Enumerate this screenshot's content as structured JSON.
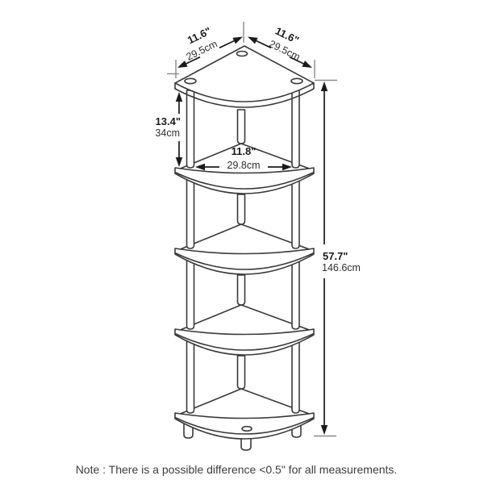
{
  "diagram": {
    "type": "product-dimension-diagram",
    "subject": "5-tier corner shelf line drawing",
    "labels": {
      "top_left": {
        "in": "11.6\"",
        "cm": "29.5cm"
      },
      "top_right": {
        "in": "11.6\"",
        "cm": "29.5cm"
      },
      "tier_height": {
        "in": "13.4\"",
        "cm": "34cm"
      },
      "shelf_width": {
        "in": "11.8\"",
        "cm": "29.8cm"
      },
      "total_height": {
        "in": "57.7\"",
        "cm": "146.6cm"
      }
    },
    "note": "Note : There is a possible difference <0.5\" for all measurements.",
    "colors": {
      "background": "#ffffff",
      "drawing_line": "#3a3a3a",
      "dimension_line": "#1a1a1a",
      "tick_line": "#8a8a8a",
      "text": "#1a1a1a"
    }
  }
}
